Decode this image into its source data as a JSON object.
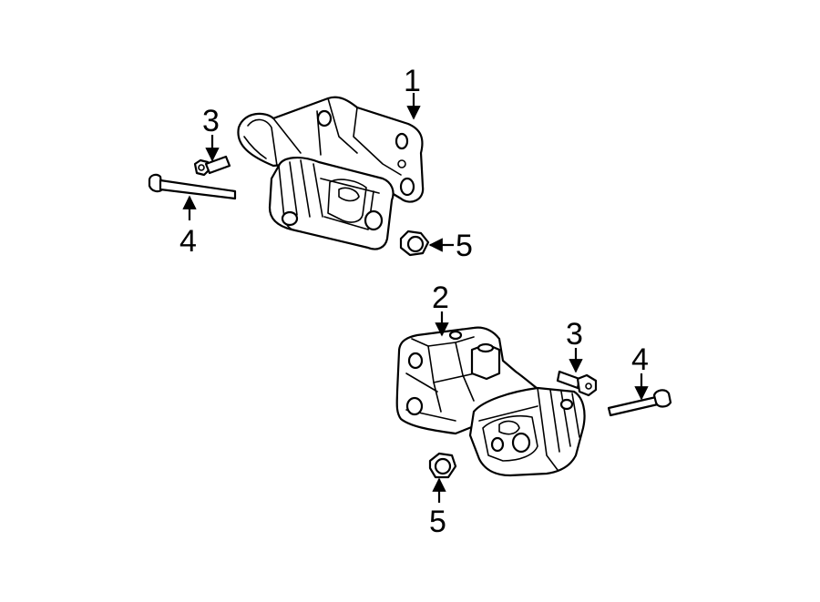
{
  "callouts": {
    "upper_part_1": "1",
    "upper_bolt_3": "3",
    "upper_bolt_4": "4",
    "upper_nut_5": "5",
    "lower_part_2": "2",
    "lower_bolt_3": "3",
    "lower_bolt_4": "4",
    "lower_nut_5": "5"
  }
}
